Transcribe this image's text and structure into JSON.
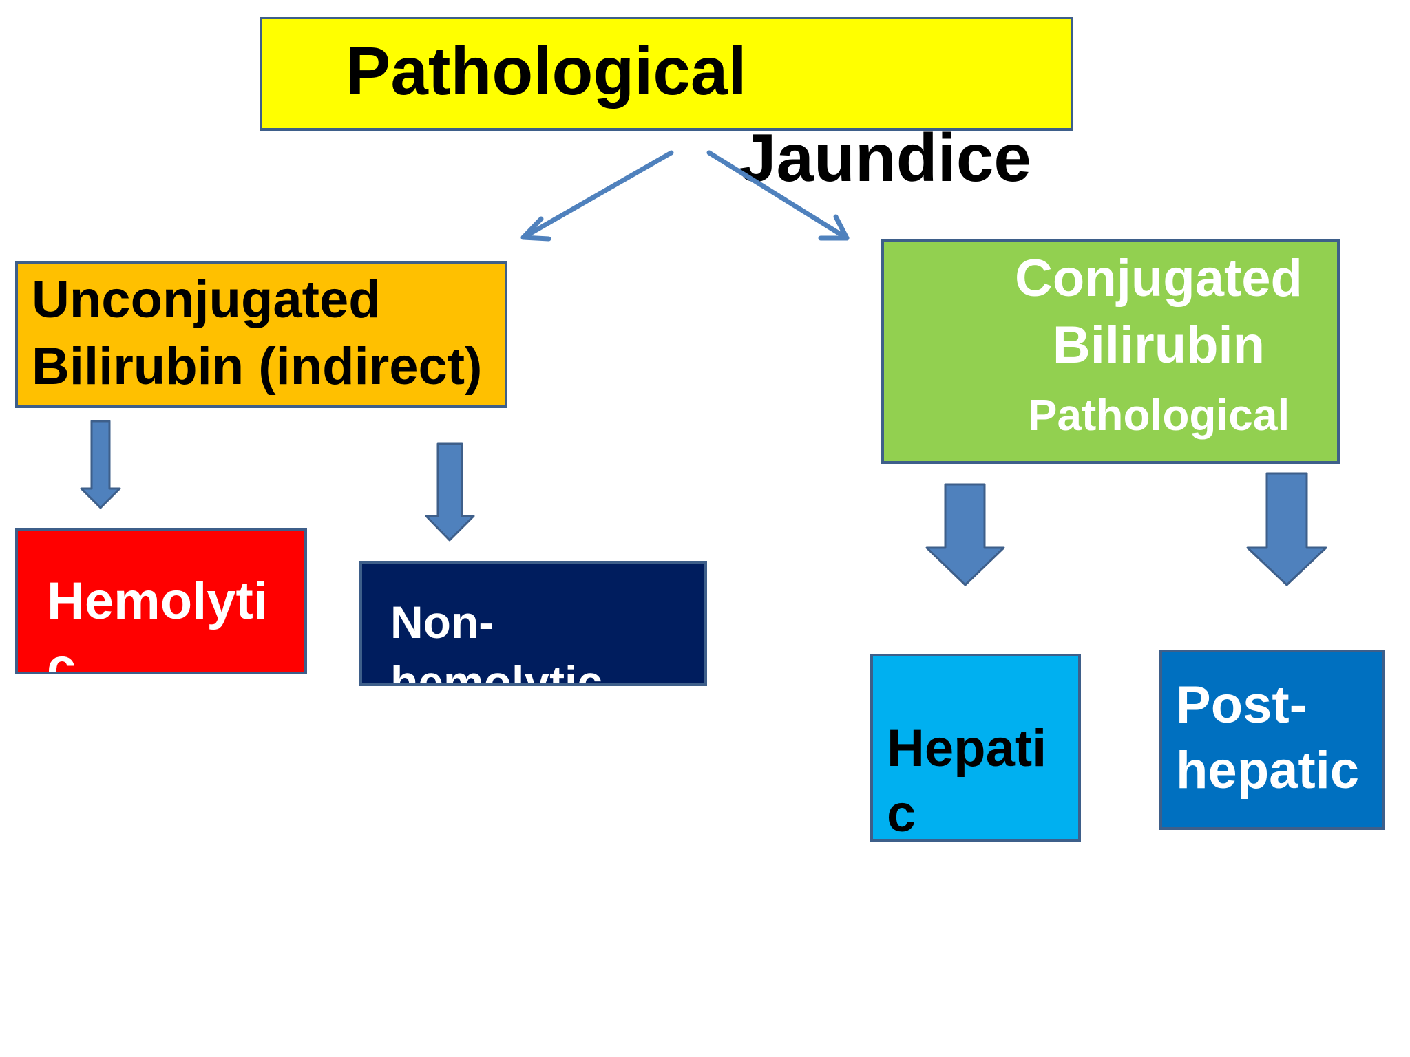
{
  "title": {
    "line1": "Pathological",
    "line2": "Jaundice"
  },
  "unconjugated": {
    "line1": "Unconjugated",
    "line2": "Bilirubin (indirect)"
  },
  "conjugated": {
    "line1": "Conjugated",
    "line2": "Bilirubin",
    "line3": "Pathological"
  },
  "hemolytic": {
    "line1": "Hemolyti",
    "line2": "c"
  },
  "non_hemolytic": {
    "line1": "Non-",
    "line2": "hemolytic"
  },
  "hepatic": {
    "line1": "Hepati",
    "line2": "c"
  },
  "post_hepatic": {
    "line1": "Post-",
    "line2": "hepatic"
  },
  "colors": {
    "title_fill": "#ffff00",
    "unconjugated_fill": "#ffc000",
    "conjugated_fill": "#92d050",
    "hemolytic_fill": "#ff0000",
    "non_hemolytic_fill": "#001d5e",
    "hepatic_fill": "#00b0f0",
    "post_hepatic_fill": "#0070c0",
    "arrow": "#4f81bd",
    "border": "#3e5f8a"
  }
}
